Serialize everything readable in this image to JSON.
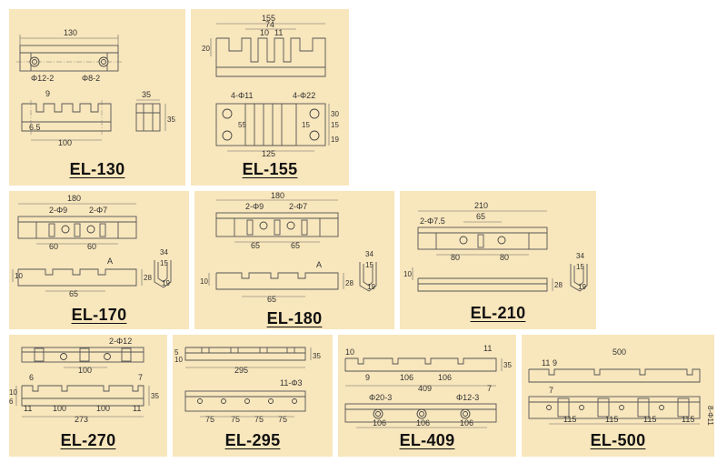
{
  "models": {
    "el130": {
      "name": "EL-130",
      "d_len": "130",
      "d_holes": "Φ12-2",
      "d_holes2": "Φ8-2",
      "d_slot": "9",
      "d_a": "6.5",
      "d_b": "100",
      "d_h": "35",
      "d_w": "35"
    },
    "el155": {
      "name": "EL-155",
      "d_len": "155",
      "d_mid": "74",
      "d_sub": "10",
      "d_sub2": "11",
      "d_h": "20",
      "d_holes_a": "4-Φ11",
      "d_holes_b": "4-Φ22",
      "d_base": "125",
      "d_side_a": "55",
      "d_side_b": "15",
      "d_side_c": "30",
      "d_side_d": "15",
      "d_side_e": "19"
    },
    "el170": {
      "name": "EL-170",
      "d_len": "180",
      "d_holes_a": "2-Φ9",
      "d_holes_b": "2-Φ7",
      "d_s1": "60",
      "d_s2": "60",
      "d_mark": "A",
      "d_h1": "10",
      "d_base": "65",
      "d_h2": "28",
      "p_w": "34",
      "p_h1": "15",
      "p_h2": "19"
    },
    "el180": {
      "name": "EL-180",
      "d_len": "180",
      "d_holes_a": "2-Φ9",
      "d_holes_b": "2-Φ7",
      "d_s1": "65",
      "d_s2": "65",
      "d_mark": "A",
      "d_h1": "10",
      "d_base": "65",
      "d_h2": "28",
      "p_w": "34",
      "p_h1": "15",
      "p_h2": "19"
    },
    "el210": {
      "name": "EL-210",
      "d_len": "210",
      "d_holes": "2-Φ7.5",
      "d_mid": "65",
      "d_s1": "80",
      "d_s2": "80",
      "d_h1": "10",
      "d_h2": "28",
      "p_w": "34",
      "p_h1": "15",
      "p_h2": "19"
    },
    "el270": {
      "name": "EL-270",
      "d_holes": "2-Φ12",
      "d_mid": "100",
      "d_l1": "6",
      "d_r1": "7",
      "d_h1": "10",
      "d_h2": "6",
      "d_h3": "35",
      "d_s1": "11",
      "d_s2": "100",
      "d_s3": "100",
      "d_s4": "11",
      "d_total": "273"
    },
    "el295": {
      "name": "EL-295",
      "d_h1": "5",
      "d_h2": "10",
      "d_len": "295",
      "d_h3": "35",
      "d_holes": "11-Φ3",
      "d_s1": "75",
      "d_s2": "75",
      "d_s3": "75",
      "d_s4": "75"
    },
    "el409": {
      "name": "EL-409",
      "d_l1": "10",
      "d_l2": "9",
      "d_r": "11",
      "d_h": "35",
      "d_s1": "106",
      "d_s2": "106",
      "d_total": "409",
      "d_r2": "7",
      "d_holes_a": "Φ20-3",
      "d_holes_b": "Φ12-3",
      "d_b1": "106",
      "d_b2": "106",
      "d_b3": "106"
    },
    "el500": {
      "name": "EL-500",
      "d_len": "500",
      "d_a": "11",
      "d_b": "9",
      "d_c": "7",
      "d_s1": "115",
      "d_s2": "115",
      "d_s3": "115",
      "d_s4": "115",
      "d_holes": "8-Φ11"
    }
  },
  "colors": {
    "panel_bg": "#f8e6bc",
    "line": "#555555",
    "text": "#111111"
  }
}
